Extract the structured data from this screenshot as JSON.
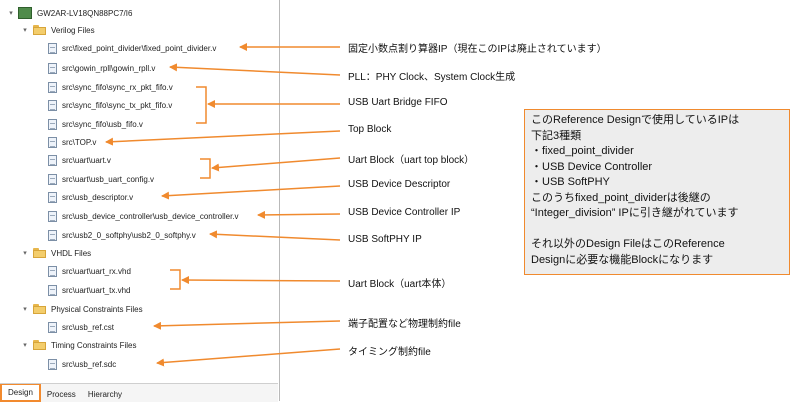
{
  "project": "GW2AR-LV18QN88PC7/I6",
  "folders": {
    "verilog": "Verilog Files",
    "vhdl": "VHDL Files",
    "physical": "Physical Constraints Files",
    "timing": "Timing Constraints Files"
  },
  "files": [
    "src\\fixed_point_divider\\fixed_point_divider.v",
    "src\\gowin_rpll\\gowin_rpll.v",
    "src\\sync_fifo\\sync_rx_pkt_fifo.v",
    "src\\sync_fifo\\sync_tx_pkt_fifo.v",
    "src\\sync_fifo\\usb_fifo.v",
    "src\\TOP.v",
    "src\\uart\\uart.v",
    "src\\uart\\usb_uart_config.v",
    "src\\usb_descriptor.v",
    "src\\usb_device_controller\\usb_device_controller.v",
    "src\\usb2_0_softphy\\usb2_0_softphy.v",
    "src\\uart\\uart_rx.vhd",
    "src\\uart\\uart_tx.vhd",
    "src\\usb_ref.cst",
    "src\\usb_ref.sdc"
  ],
  "tabs": [
    "Design",
    "Process",
    "Hierarchy"
  ],
  "annotations": [
    "固定小数点割り算器IP（現在このIPは廃止されています）",
    "PLL：PHY Clock、System Clock生成",
    "USB Uart Bridge FIFO",
    "Top Block",
    "Uart Block（uart top block）",
    "USB Device Descriptor",
    "USB Device Controller IP",
    "USB SoftPHY IP",
    "Uart Block（uart本体）",
    "端子配置など物理制約file",
    "タイミング制約file"
  ],
  "info_box": [
    "このReference Designで使用しているIPは",
    "下記3種類",
    "・fixed_point_divider",
    "・USB Device Controller",
    "・USB SoftPHY",
    "このうちfixed_point_dividerは後継の",
    "“Integer_division” IPに引き継がれています",
    "",
    "それ以外のDesign FileはこのReference",
    "Designに必要な機能Blockになります"
  ],
  "colors": {
    "accent": "#f08a2e",
    "info_bg": "#ededed"
  }
}
